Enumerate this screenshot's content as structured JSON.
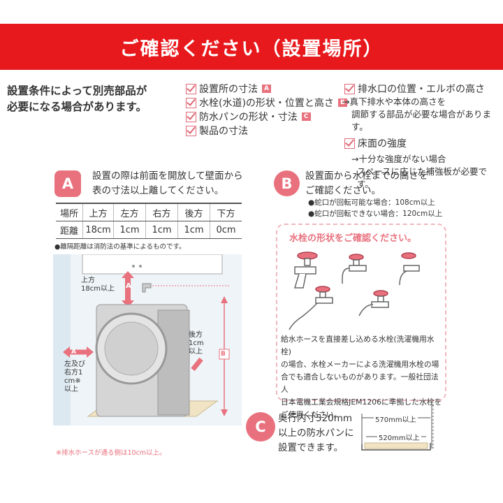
{
  "banner": {
    "title": "ご確認ください（設置場所）",
    "color": "#e8191c"
  },
  "intro": {
    "line1": "設置条件によって別売部品が",
    "line2": "必要になる場合があります。"
  },
  "checklist_left": [
    {
      "label": "設置所の寸法",
      "tag": "A"
    },
    {
      "label": "水栓(水道)の形状・位置と高さ",
      "tag": "B"
    },
    {
      "label": "防水パンの形状・寸法",
      "tag": "C"
    },
    {
      "label": "製品の寸法",
      "tag": ""
    }
  ],
  "checklist_right": {
    "item1": "排水口の位置・エルボの高さ",
    "item1_note1": "→真下排水や本体の高さを",
    "item1_note2": "調節する部品が必要な場合があります。",
    "item2": "床面の強度",
    "item2_note1": "→十分な強度がない場合",
    "item2_note2": "スペースに応じた補強板が必要です。"
  },
  "sectionA": {
    "badge": "A",
    "text1": "設置の際は前面を開放して壁面から",
    "text2": "表の寸法以上離してください。",
    "table": {
      "headers": [
        "場所",
        "上方",
        "左方",
        "右方",
        "後方",
        "下方"
      ],
      "row": [
        "距離",
        "18cm",
        "1cm",
        "1cm",
        "1cm",
        "0cm"
      ]
    },
    "note": "●離隔距離は消防法の基準によるものです。"
  },
  "sectionB": {
    "badge": "B",
    "text1": "設置面から水栓までの高さを",
    "text2": "ご確認ください。",
    "bullet1": "●蛇口が回転可能な場合：108cm以上",
    "bullet2": "●蛇口が回転できない場合：120cm以上"
  },
  "faucet": {
    "title": "水栓の形状をご確認ください。",
    "text": [
      "給水ホースを直接差し込める水栓(洗濯機用水栓)",
      "の場合、水栓メーカーによる洗濯機用水栓の場",
      "合でも適合しないものがあります。一般社団法人",
      "日本電機工業会規格JEM1206に準拠した水栓を",
      "ご使用ください。"
    ]
  },
  "diagram": {
    "top_label1": "上方",
    "top_label2": "18cm以上",
    "back_label1": "後方",
    "back_label2": "1cm",
    "back_label3": "以上",
    "side_label1": "左及び",
    "side_label2": "右方1",
    "side_label3": "cm※",
    "side_label4": "以上",
    "arrow_a": "A",
    "arrow_b": "B",
    "note": "※排水ホースが通る側は10cm以上。"
  },
  "sectionC": {
    "badge": "C",
    "text1": "奥行内寸520mm",
    "text2": "以上の防水パンに",
    "text3": "設置できます。",
    "dim_outer": "570mm以上",
    "dim_inner": "520mm以上"
  },
  "colors": {
    "accent": "#e8717d",
    "red": "#e8191c"
  }
}
